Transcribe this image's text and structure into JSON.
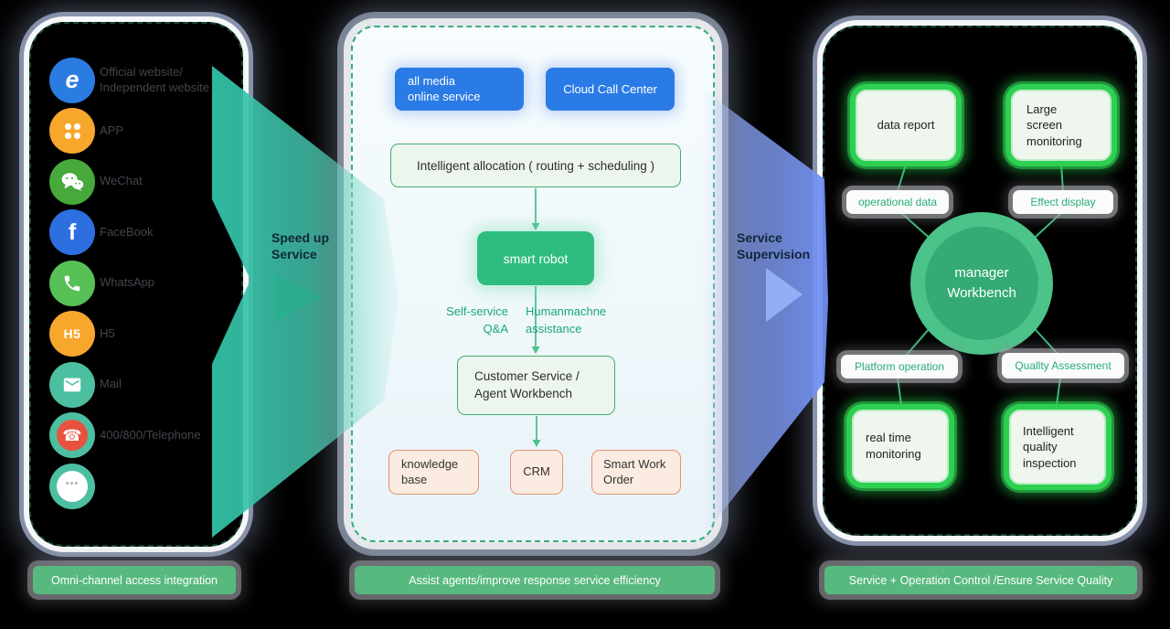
{
  "arrows": {
    "speed_up_label": "Speed up\nService",
    "supervision_label": "Service\nSupervision",
    "speed_up_color": "#35c0a6",
    "supervision_color": "#6e8cf0"
  },
  "left_panel": {
    "channels": [
      {
        "label": "Official website/\nIndependent website",
        "icon": "edge-browser-icon",
        "glyph": "e",
        "color": "#2b7ce2"
      },
      {
        "label": "APP",
        "icon": "app-grid-icon",
        "color": "#f8a72d"
      },
      {
        "label": "WeChat",
        "icon": "wechat-icon",
        "color": "#47a83b"
      },
      {
        "label": "FaceBook",
        "icon": "facebook-icon",
        "glyph": "f",
        "color": "#2d6fe0"
      },
      {
        "label": "WhatsApp",
        "icon": "whatsapp-phone-icon",
        "color": "#57c158"
      },
      {
        "label": "H5",
        "icon": "h5-icon",
        "glyph": "H5",
        "color": "#f8a72d"
      },
      {
        "label": "Mail",
        "icon": "mail-icon",
        "color": "#4dbfa1"
      },
      {
        "label": "400/800/Telephone",
        "icon": "telephone-icon",
        "glyph": "☎",
        "color": "#4dbfa1",
        "inner_color": "#e8523f"
      },
      {
        "label": "",
        "icon": "more-dots-icon",
        "glyph": "•••",
        "color": "#4dbfa1",
        "inner_color": "#ffffff"
      }
    ],
    "footer_label": "Omni-channel access integration"
  },
  "middle_panel": {
    "media_box": "all media\nonline service",
    "cloud_box": "Cloud Call Center",
    "allocation_box": "Intelligent allocation ( routing + scheduling )",
    "robot_box": "smart robot",
    "branch_left": "Self-service\nQ&A",
    "branch_right": "Humanmachne\nassistance",
    "agent_box": "Customer Service /\nAgent Workbench",
    "kb_box": "knowledge\nbase",
    "crm_box": "CRM",
    "swo_box": "Smart Work\nOrder",
    "footer_label": "Assist agents/improve response service efficiency",
    "accent_blue": "#2b7be6",
    "accent_green": "#2fbd7f"
  },
  "right_panel": {
    "data_report_box": "data report",
    "large_screen_box": "Large\nscreen\nmonitoring",
    "real_time_box": "real time\nmonitoring",
    "intelligent_box": "Intelligent\nquality\ninspection",
    "operational_pill": "operational data",
    "effect_pill": "Effect display",
    "platform_pill": "Platform operation",
    "quality_pill": "Quallty Assessment",
    "center_circle": "manager\nWorkbench",
    "footer_label": "Service + Operation Control /Ensure Service Quality",
    "accent_green": "#2ed052"
  }
}
